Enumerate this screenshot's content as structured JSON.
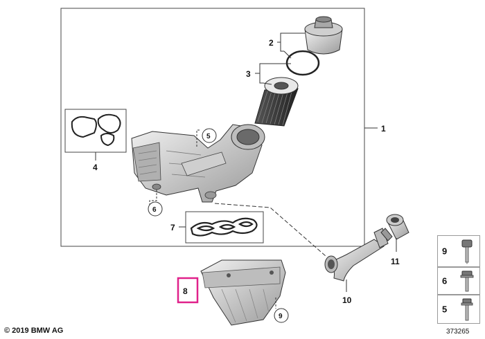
{
  "callouts": {
    "c1": "1",
    "c2": "2",
    "c3": "3",
    "c4": "4",
    "c5": "5",
    "c6": "6",
    "c7": "7",
    "c8": "8",
    "c9": "9",
    "c10": "10",
    "c11": "11"
  },
  "hardware_legend": [
    {
      "label": "9",
      "icon": "bolt-icon"
    },
    {
      "label": "6",
      "icon": "stud-bolt-icon"
    },
    {
      "label": "5",
      "icon": "screw-icon"
    }
  ],
  "footer": {
    "copyright": "© 2019 BMW AG",
    "image_id": "373265"
  },
  "colors": {
    "highlight": "#e0218a",
    "line": "#333333",
    "part_fill": "#d9d9d9",
    "part_dark": "#6e6e6e"
  }
}
